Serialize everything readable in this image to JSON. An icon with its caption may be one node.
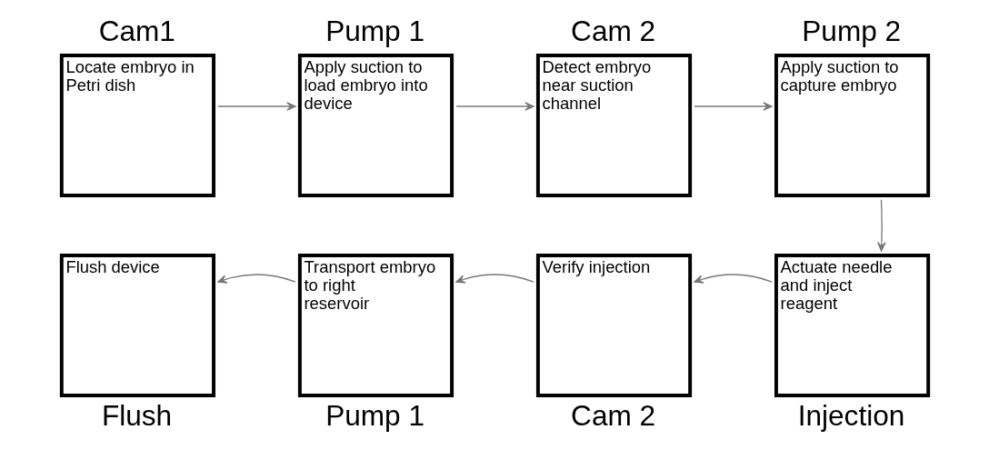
{
  "diagram": {
    "nodes": [
      {
        "text": [
          "Cam1",
          "Locate embryo in Petri dish"
        ]
      },
      {
        "text": [
          "Pump 1",
          "Apply suction to load embryo into device"
        ]
      },
      {
        "text": [
          "Cam 2",
          "Detect embryo near suction channel"
        ]
      },
      {
        "text": [
          "Pump 2",
          "Apply suction to capture embryo"
        ]
      },
      {
        "text": [
          "Flush device",
          "Flush"
        ]
      },
      {
        "text": [
          "Transport embryo to right reservoir",
          "Pump 1"
        ]
      },
      {
        "text": [
          "Verify injection",
          "Cam 2"
        ]
      },
      {
        "text": [
          "Actuate needle and inject reagent",
          "Injection"
        ]
      }
    ],
    "edges": [
      {
        "from": 0,
        "to": 1,
        "arrow": "to"
      },
      {
        "from": 1,
        "to": 2,
        "arrow": "to"
      },
      {
        "from": 2,
        "to": 3,
        "arrow": "to"
      },
      {
        "from": 3,
        "to": 7,
        "arrow": "to"
      },
      {
        "from": 7,
        "to": 6,
        "arrow": "to"
      },
      {
        "from": 6,
        "to": 5,
        "arrow": "to"
      },
      {
        "from": 5,
        "to": 4,
        "arrow": "to"
      }
    ]
  }
}
